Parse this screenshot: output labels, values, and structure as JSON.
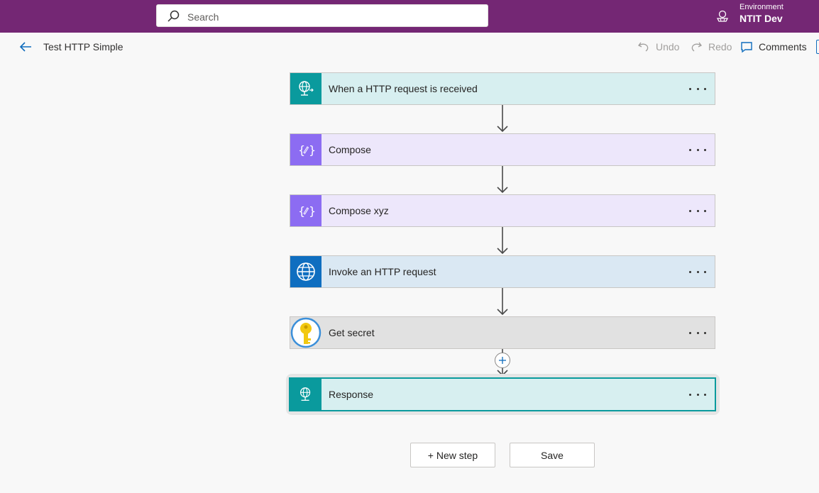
{
  "search": {
    "placeholder": "Search"
  },
  "environment": {
    "label": "Environment",
    "name": "NTIT Dev"
  },
  "flow": {
    "title": "Test HTTP Simple"
  },
  "commands": {
    "undo": "Undo",
    "redo": "Redo",
    "comments": "Comments"
  },
  "steps": [
    {
      "label": "When a HTTP request is received",
      "icon": "http-request-icon",
      "color": "#0a9a9d"
    },
    {
      "label": "Compose",
      "icon": "compose-icon",
      "color": "#8c6cf2"
    },
    {
      "label": "Compose xyz",
      "icon": "compose-icon",
      "color": "#8c6cf2"
    },
    {
      "label": "Invoke an HTTP request",
      "icon": "globe-icon",
      "color": "#0f6ec0"
    },
    {
      "label": "Get secret",
      "icon": "key-vault-icon",
      "color": "#f2c811"
    },
    {
      "label": "Response",
      "icon": "http-response-icon",
      "color": "#0a9a9d"
    }
  ],
  "actions": {
    "new_step": "+ New step",
    "save": "Save"
  },
  "colors": {
    "topbar": "#742774",
    "accent": "#0f6cbd"
  }
}
